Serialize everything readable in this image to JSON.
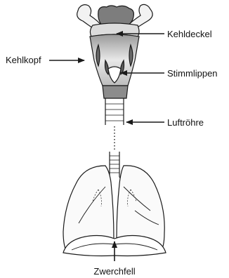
{
  "diagram": {
    "labels": {
      "epiglottis": "Kehldeckel",
      "larynx": "Kehlkopf",
      "vocal_cords": "Stimmlippen",
      "trachea": "Luftröhre",
      "diaphragm": "Zwerchfell"
    },
    "colors": {
      "line": "#1a1a1a",
      "shade": "#8a8a8a",
      "light_shade": "#cfcfcf",
      "background": "#ffffff"
    }
  }
}
